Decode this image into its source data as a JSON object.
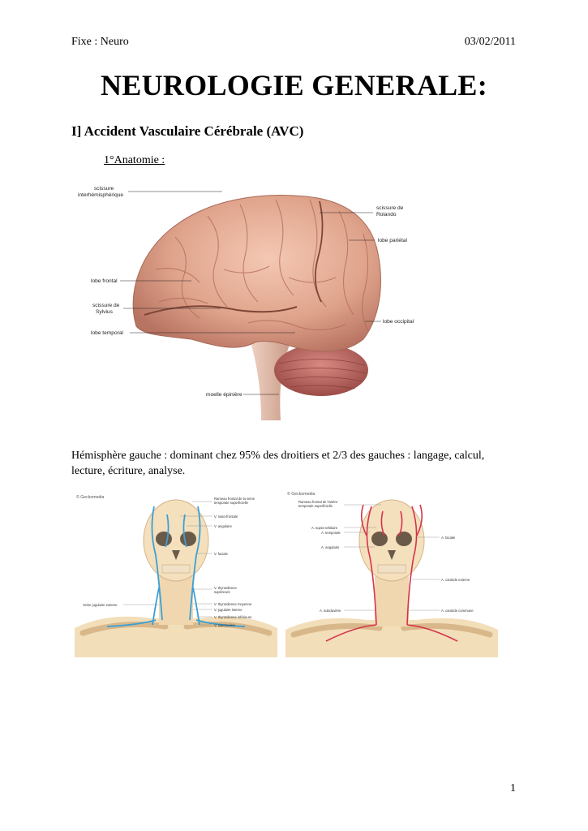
{
  "header": {
    "left": "Fixe : Neuro",
    "right": "03/02/2011"
  },
  "title": "NEUROLOGIE GENERALE:",
  "section_heading": "I] Accident Vasculaire Cérébrale (AVC)",
  "subheading": "1°Anatomie :",
  "brain_figure": {
    "labels": {
      "scissure_inter_1": "scissure",
      "scissure_inter_2": "interhémisphérique",
      "rolando_1": "scissure de",
      "rolando_2": "Rolando",
      "parietal": "lobe pariétal",
      "frontal": "lobe frontal",
      "sylvius_1": "scissure de",
      "sylvius_2": "Sylvius",
      "temporal": "lobe temporal",
      "occipital": "lobe occipital",
      "moelle": "moelle épinière"
    }
  },
  "paragraph": "Hémisphère gauche : dominant chez 95% des droitiers et 2/3 des gauches : langage, calcul, lecture, écriture, analyse.",
  "veins_figure": {
    "credit": "© Geckomedia",
    "labels": {
      "rameau_1": "Rameau frontal de la veine",
      "rameau_2": "temporale superficielle",
      "naso": "V. naso-frontale",
      "angulaire": "V. angulaire",
      "faciale": "V. faciale",
      "thyr_sup_1": "V. thyroïdienne",
      "thyr_sup_2": "supérieure",
      "thyr_moy": "V. thyroïdienne moyenne",
      "jug_int": "V. jugulaire interne",
      "jug_ext": "Veine jugulaire externe",
      "thyr_inf": "V. thyroïdienne inférieure",
      "sub": "V. subclavière"
    }
  },
  "arteries_figure": {
    "credit": "© Geckomedia",
    "labels": {
      "rameau_1": "Rameau frontal de l'artère",
      "rameau_2": "temporale superficielle",
      "supra": "A. supra-orbitaire",
      "temporale": "A. temporale",
      "faciale": "A. faciale",
      "angulaire": "A. angulaire",
      "carotide_ext": "A. carotide externe",
      "subclaviere": "A. subclavière",
      "carotide_com": "A. carotide commune"
    }
  },
  "page_number": "1"
}
